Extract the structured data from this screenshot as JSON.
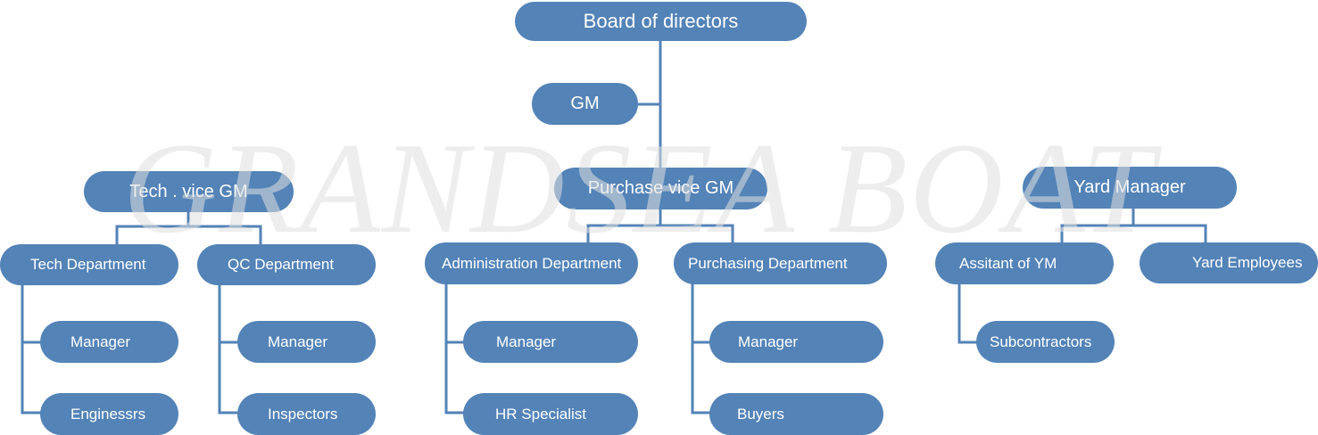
{
  "diagram": {
    "title": "Organization chart",
    "watermark": "GRANDSEA BOAT",
    "colors": {
      "node_fill": "#5383b7",
      "node_text": "#ffffff",
      "connector": "#5383b7",
      "watermark": "#e0e0e0",
      "background": "#ffffff"
    },
    "nodes": {
      "board": {
        "label": "Board of directors"
      },
      "gm": {
        "label": "GM"
      },
      "tech_vice_gm": {
        "label": "Tech . vice GM"
      },
      "purchase_vice_gm": {
        "label": "Purchase vice GM"
      },
      "yard_manager": {
        "label": "Yard Manager"
      },
      "tech_department": {
        "label": "Tech Department"
      },
      "qc_department": {
        "label": "QC Department"
      },
      "administration_department": {
        "label": "Administration Department"
      },
      "purchasing_department": {
        "label": "Purchasing Department"
      },
      "assistant_of_ym": {
        "label": "Assitant of YM"
      },
      "yard_employees": {
        "label": "Yard Employees"
      },
      "tech_manager": {
        "label": "Manager"
      },
      "tech_engineers": {
        "label": "Enginessrs"
      },
      "qc_manager": {
        "label": "Manager"
      },
      "qc_inspectors": {
        "label": "Inspectors"
      },
      "admin_manager": {
        "label": "Manager"
      },
      "admin_hr_specialist": {
        "label": "HR Specialist"
      },
      "purchasing_manager": {
        "label": "Manager"
      },
      "purchasing_buyers": {
        "label": "Buyers"
      },
      "subcontractors": {
        "label": "Subcontractors"
      }
    },
    "hierarchy": [
      {
        "parent": "board",
        "children": [
          "gm",
          "purchase_vice_gm"
        ]
      },
      {
        "parent": "tech_vice_gm",
        "children": [
          "tech_department",
          "qc_department"
        ]
      },
      {
        "parent": "purchase_vice_gm",
        "children": [
          "administration_department",
          "purchasing_department"
        ]
      },
      {
        "parent": "yard_manager",
        "children": [
          "assistant_of_ym",
          "yard_employees"
        ]
      },
      {
        "parent": "tech_department",
        "children": [
          "tech_manager",
          "tech_engineers"
        ]
      },
      {
        "parent": "qc_department",
        "children": [
          "qc_manager",
          "qc_inspectors"
        ]
      },
      {
        "parent": "administration_department",
        "children": [
          "admin_manager",
          "admin_hr_specialist"
        ]
      },
      {
        "parent": "purchasing_department",
        "children": [
          "purchasing_manager",
          "purchasing_buyers"
        ]
      },
      {
        "parent": "assistant_of_ym",
        "children": [
          "subcontractors"
        ]
      }
    ]
  }
}
